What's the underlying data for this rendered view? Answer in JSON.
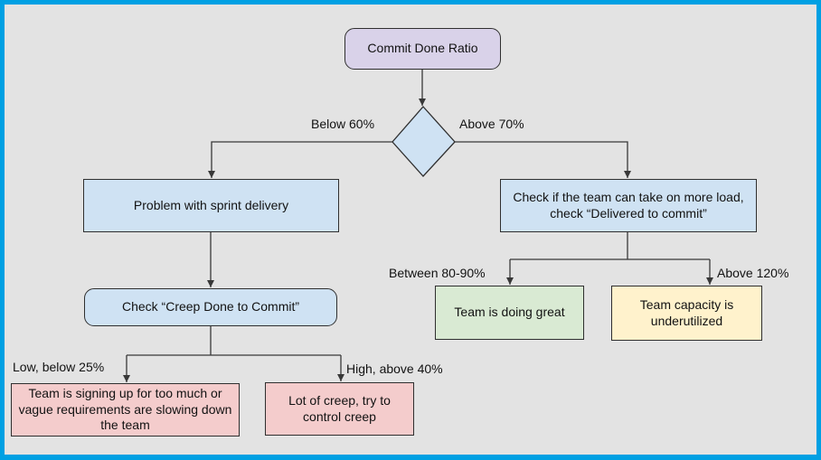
{
  "diagram": {
    "nodes": {
      "start": {
        "label": "Commit Done Ratio",
        "color": "#d9d2e9"
      },
      "decision": {
        "label": "",
        "color": "#cfe2f3"
      },
      "problem": {
        "label": "Problem with sprint delivery",
        "color": "#cfe2f3"
      },
      "check_load": {
        "label": "Check if the team can take on more load, check “Delivered to commit”",
        "color": "#cfe2f3"
      },
      "check_creep": {
        "label": "Check “Creep Done to Commit”",
        "color": "#cfe2f3"
      },
      "doing_great": {
        "label": "Team is doing great",
        "color": "#d9ead3"
      },
      "underutilized": {
        "label": "Team capacity is underutilized",
        "color": "#fff2cc"
      },
      "too_much": {
        "label": "Team is signing up for too much or vague requirements are slowing down the team",
        "color": "#f4cccc"
      },
      "lot_creep": {
        "label": "Lot of creep, try to control creep",
        "color": "#f4cccc"
      }
    },
    "edge_labels": {
      "below60": "Below 60%",
      "above70": "Above 70%",
      "between": "Between 80-90%",
      "above120": "Above 120%",
      "low25": "Low, below 25%",
      "high40": "High, above 40%"
    },
    "colors": {
      "frame_border": "#00a0e3",
      "background": "#e3e3e3",
      "line": "#383838",
      "node_border": "#2f2f2f"
    }
  }
}
